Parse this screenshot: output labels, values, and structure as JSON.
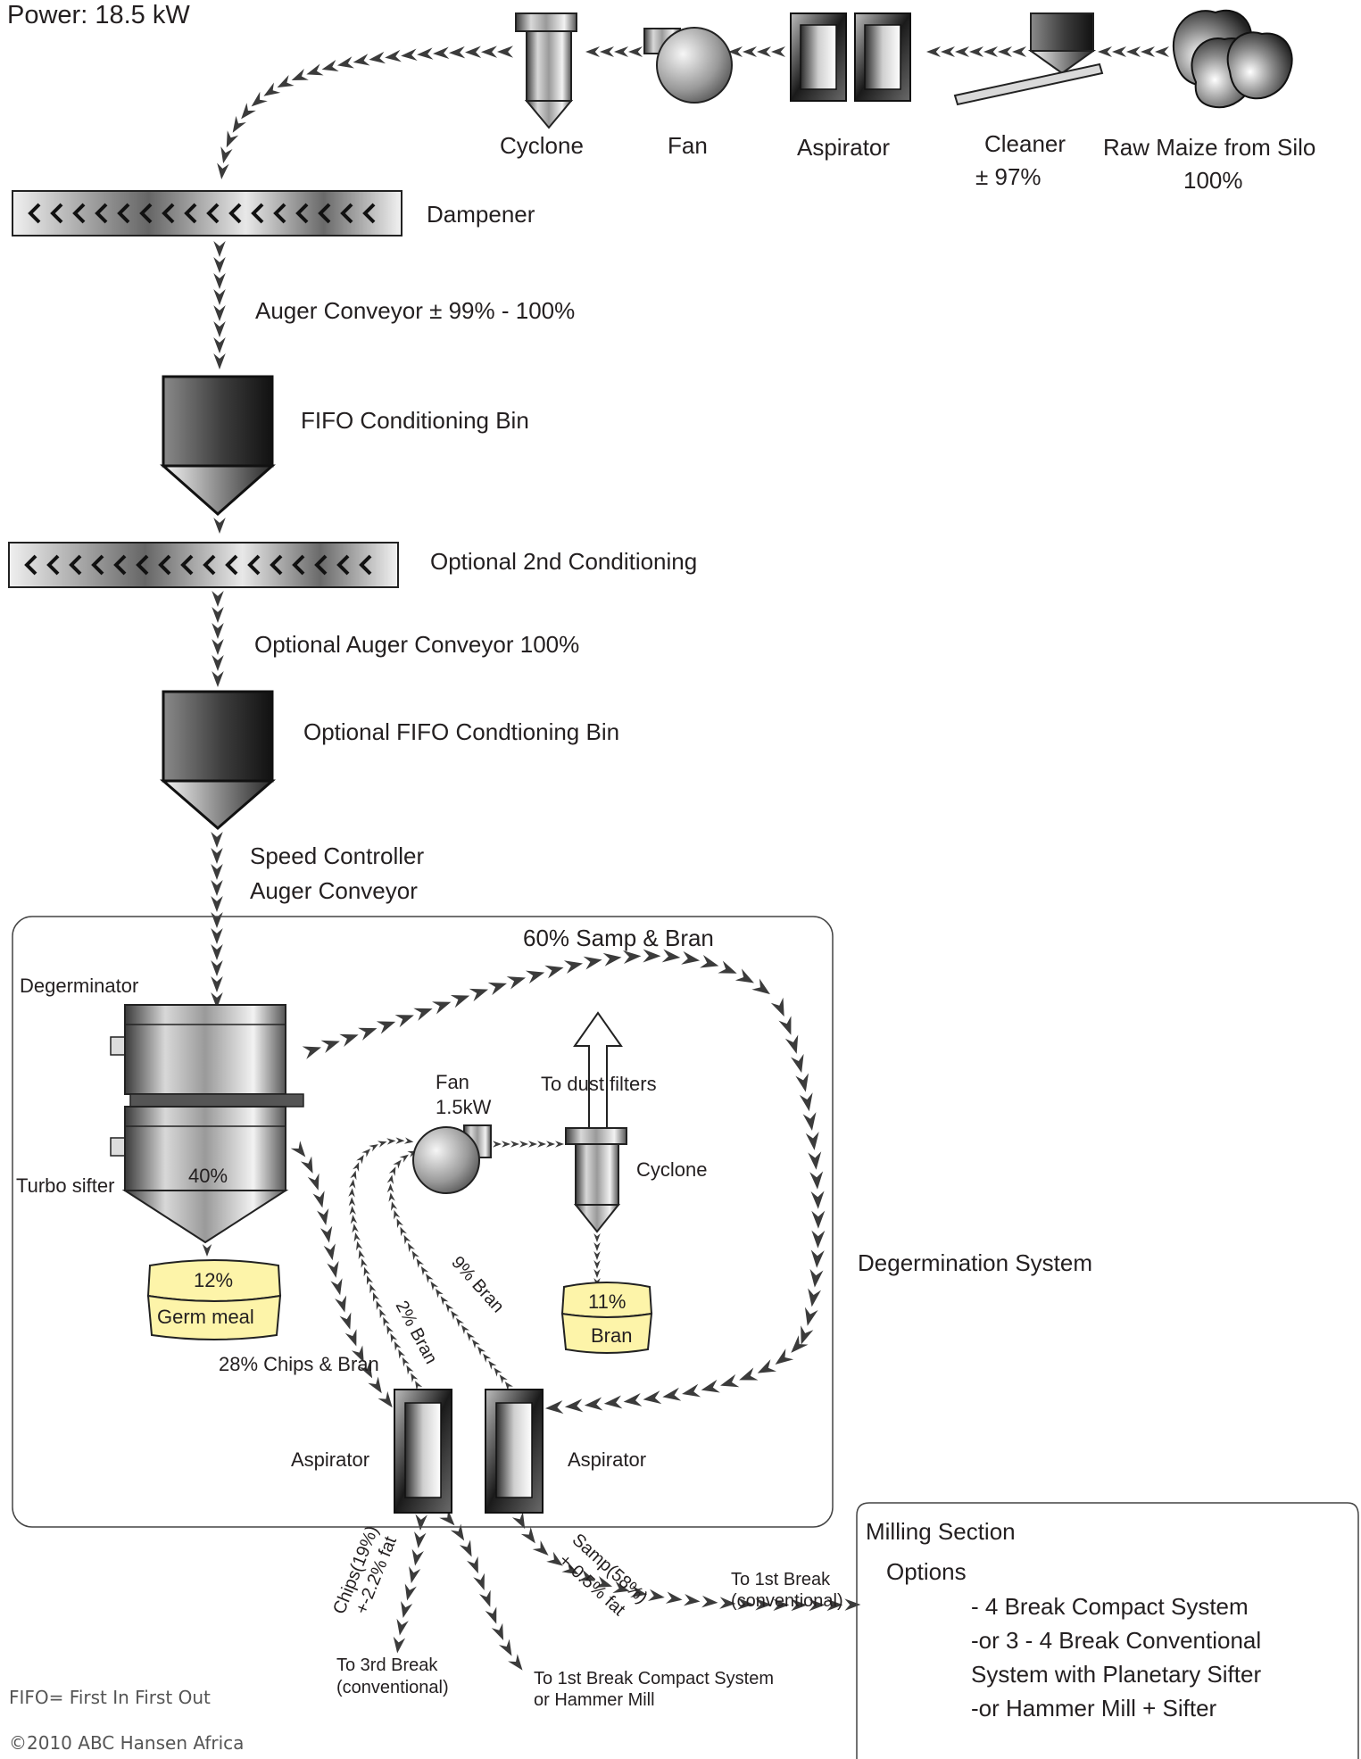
{
  "header": {
    "power": "Power: 18.5 kW"
  },
  "intake": {
    "cyclone": "Cyclone",
    "fan": "Fan",
    "aspirator": "Aspirator",
    "cleaner": "Cleaner",
    "cleaner_pct": "± 97%",
    "raw_maize": "Raw Maize from Silo",
    "raw_maize_pct": "100%"
  },
  "conditioning": {
    "dampener": "Dampener",
    "auger": "Auger Conveyor  ± 99% - 100%",
    "fifo_bin": "FIFO Conditioning Bin",
    "optional_2nd": "Optional 2nd Conditioning",
    "optional_auger": "Optional Auger Conveyor 100%",
    "optional_fifo": "Optional FIFO Condtioning Bin",
    "speed_controller": "Speed Controller",
    "speed_auger": "Auger Conveyor"
  },
  "degermination": {
    "system_label": "Degermination System",
    "degerminator": "Degerminator",
    "turbo_sifter": "Turbo sifter",
    "turbo_pct": "40%",
    "samp_bran": "60% Samp & Bran",
    "fan": "Fan",
    "fan_power": "1.5kW",
    "dust_filters": "To dust filters",
    "cyclone": "Cyclone",
    "germ_pct": "12%",
    "germ_meal": "Germ meal",
    "bran_pct": "11%",
    "bran": "Bran",
    "chips_bran": "28% Chips & Bran",
    "bran_2": "2% Bran",
    "bran_9": "9% Bran",
    "aspirator_left": "Aspirator",
    "aspirator_right": "Aspirator"
  },
  "outputs": {
    "chips_1": "Chips(19%)",
    "chips_2": "+-2.2% fat",
    "samp_1": "Samp(58%)",
    "samp_2": "+-0.5% fat",
    "third_break_1": "To 3rd Break",
    "third_break_2": "(conventional)",
    "first_compact_1": "To 1st Break Compact System",
    "first_compact_2": "or Hammer Mill",
    "first_conv_1": "To 1st Break",
    "first_conv_2": "(conventional)"
  },
  "milling": {
    "title": "Milling Section",
    "options": "Options",
    "opt1": "- 4 Break Compact System",
    "opt2": "-or 3 - 4 Break Conventional",
    "opt3": "System with Planetary Sifter",
    "opt4": "-or Hammer Mill + Sifter"
  },
  "footer": {
    "fifo": "FIFO= First In First Out",
    "copyright": "©2010 ABC Hansen Africa"
  }
}
